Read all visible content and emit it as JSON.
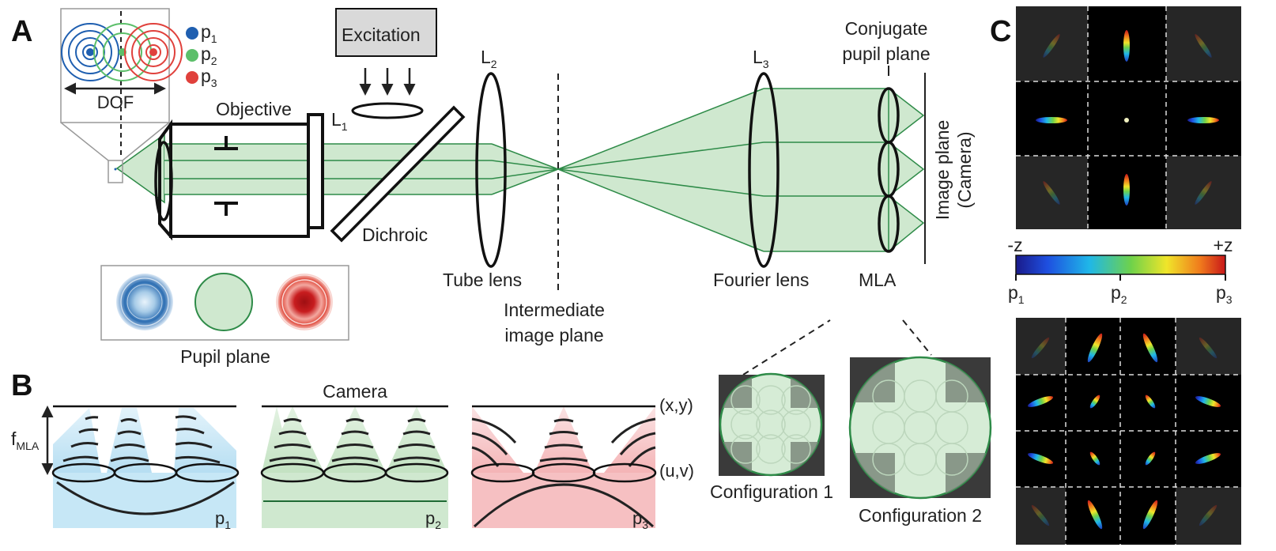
{
  "panels": {
    "a": "A",
    "b": "B",
    "c": "C"
  },
  "labels": {
    "excitation": "Excitation",
    "objective": "Objective",
    "dichroic": "Dichroic",
    "tube_lens": "Tube lens",
    "fourier_lens": "Fourier lens",
    "mla": "MLA",
    "conjugate_line1": "Conjugate",
    "conjugate_line2": "pupil plane",
    "intermediate_line1": "Intermediate",
    "intermediate_line2": "image plane",
    "image_plane_line1": "Image plane",
    "image_plane_line2": "(Camera)",
    "pupil_plane": "Pupil plane",
    "dof": "DOF",
    "camera": "Camera",
    "xy": "(x,y)",
    "uv": "(u,v)",
    "config1": "Configuration 1",
    "config2": "Configuration 2",
    "f_main": "f",
    "f_sub": "MLA",
    "cbar_minus": "-z",
    "cbar_plus": "+z"
  },
  "lenses": {
    "l1": {
      "main": "L",
      "sub": "1"
    },
    "l2": {
      "main": "L",
      "sub": "2"
    },
    "l3": {
      "main": "L",
      "sub": "3"
    }
  },
  "points": {
    "p1": {
      "main": "p",
      "sub": "1",
      "color": "#1f5fb0"
    },
    "p2": {
      "main": "p",
      "sub": "2",
      "color": "#5cbf6a"
    },
    "p3": {
      "main": "p",
      "sub": "3",
      "color": "#e0413c"
    }
  },
  "colors": {
    "green_fill": "#cfe8cf",
    "green_line": "#2e8b48",
    "blue_fill": "#cbe9f7",
    "red_fill": "#f8cccd"
  }
}
